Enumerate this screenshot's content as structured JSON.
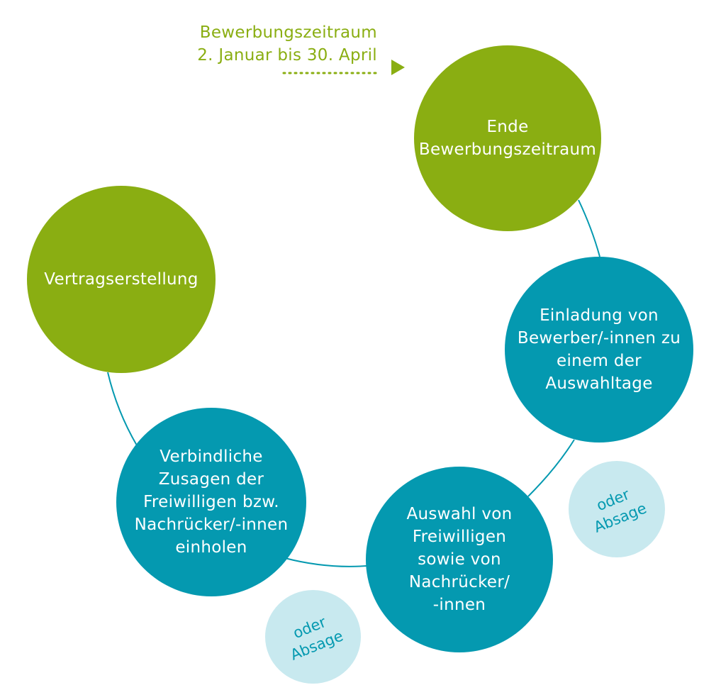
{
  "application_period": {
    "line1": "Bewerbungszeitraum",
    "line2": "2. Januar bis 30. April"
  },
  "steps": [
    {
      "label": "Ende\nBewerbungszeitraum",
      "color": "#8aae12"
    },
    {
      "label": "Einladung von\nBewerber/-innen zu\neinem der\nAuswahltage",
      "color": "#0499b0"
    },
    {
      "label": "Auswahl von\nFreiwilligen\nsowie von\nNachrücker/\n-innen",
      "color": "#0499b0"
    },
    {
      "label": "Verbindliche\nZusagen der\nFreiwilligen bzw.\nNachrücker/-innen\neinholen",
      "color": "#0499b0"
    },
    {
      "label": "Vertragserstellung",
      "color": "#8aae12"
    }
  ],
  "alternatives": [
    {
      "label": "oder\nAbsage"
    },
    {
      "label": "oder\nAbsage"
    }
  ],
  "colors": {
    "green": "#8aae12",
    "teal": "#0499b0",
    "light_teal": "#c8e9ef"
  }
}
